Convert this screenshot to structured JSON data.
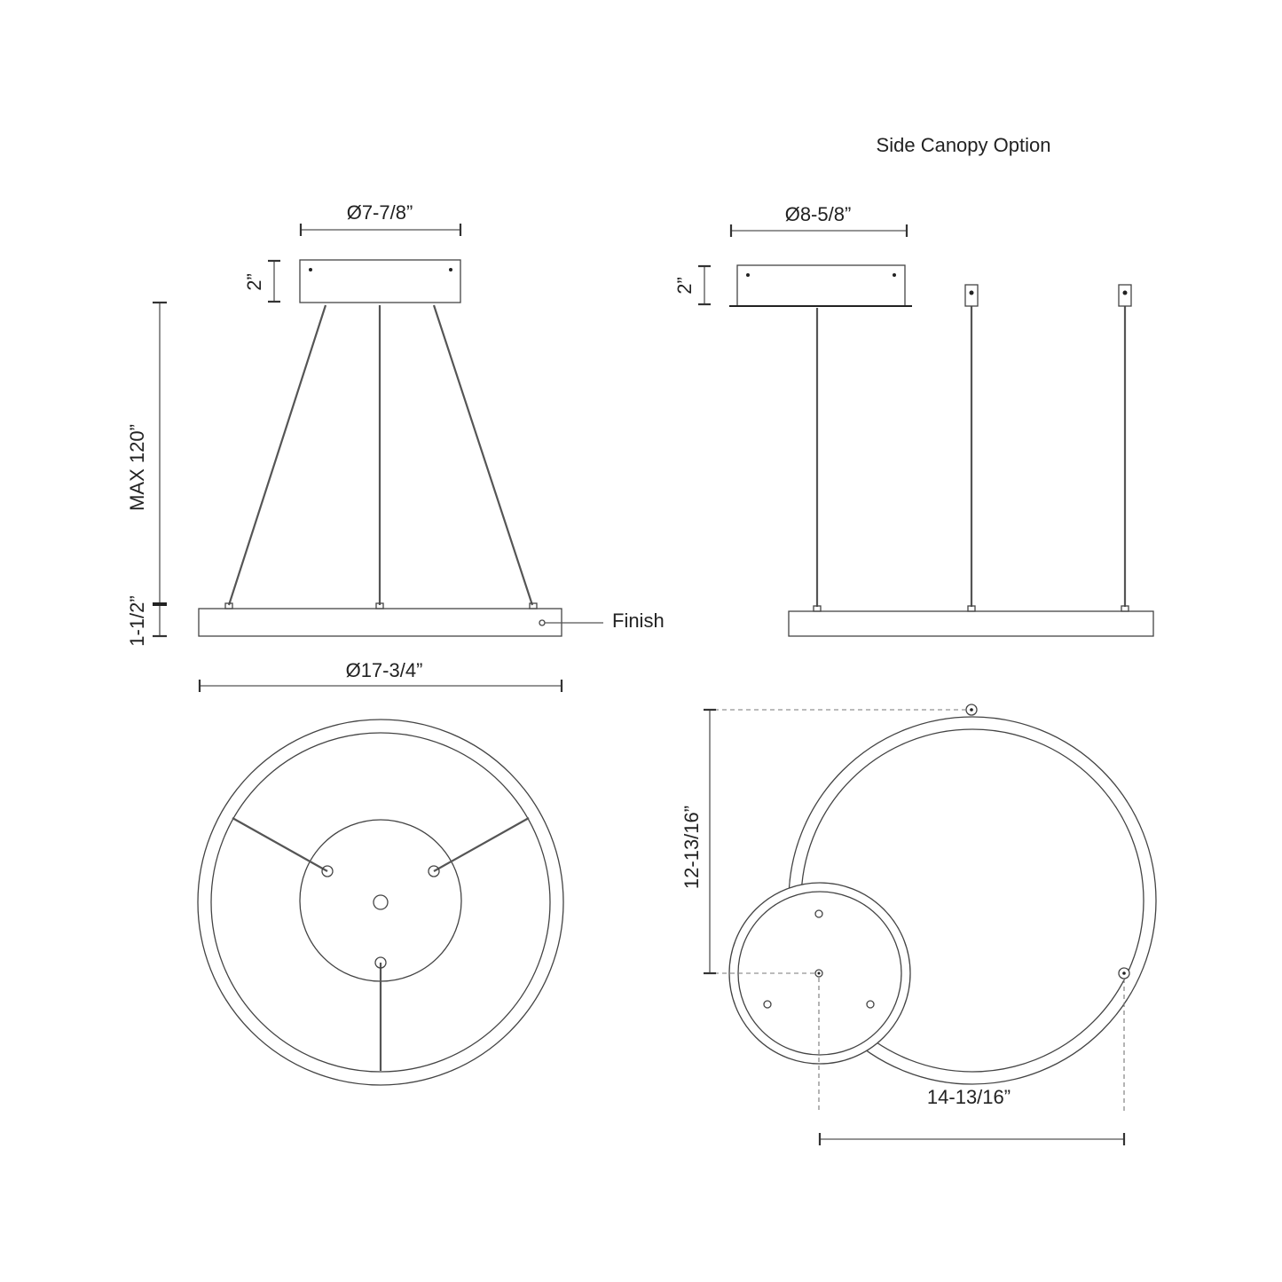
{
  "title": "Side Canopy Option",
  "left_view": {
    "canopy_diameter": "Ø7-7/8”",
    "canopy_height": "2”",
    "max_length": "MAX 120”",
    "ring_height": "1-1/2”",
    "ring_diameter": "Ø17-3/4”",
    "finish_label": "Finish"
  },
  "right_view": {
    "canopy_diameter": "Ø8-5/8”",
    "canopy_height": "2”",
    "vertical_offset": "12-13/16”",
    "horizontal_offset": "14-13/16”"
  },
  "colors": {
    "line": "#444444",
    "text": "#222222"
  }
}
